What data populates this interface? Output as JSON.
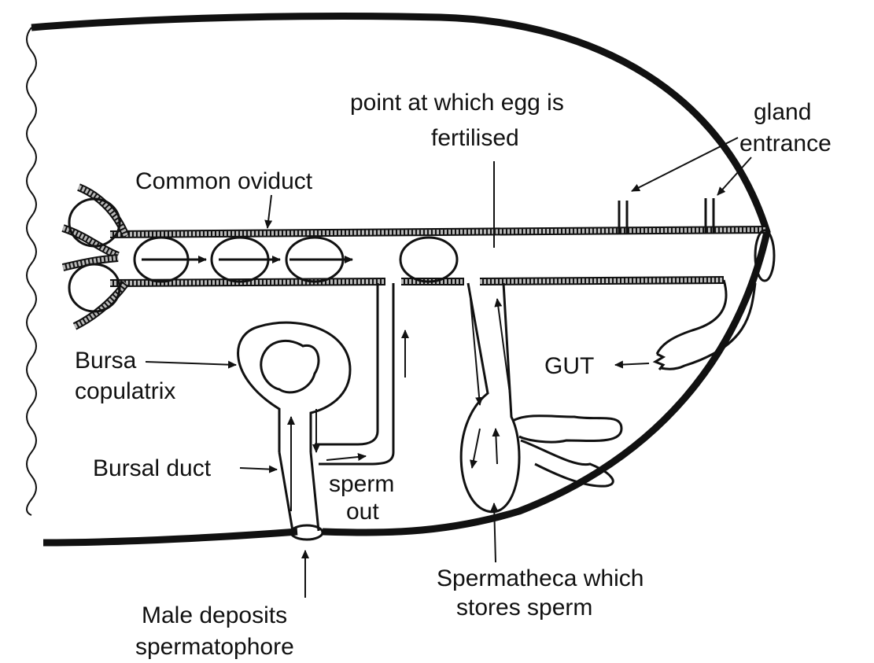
{
  "colors": {
    "ink": "#111111",
    "background": "#ffffff",
    "duct_wall": "#b8b8b8"
  },
  "labels": {
    "fertilised_line1": "point at which egg is",
    "fertilised_line2": "fertilised",
    "gland_line1": "gland",
    "gland_line2": "entrance",
    "common_oviduct": "Common oviduct",
    "bursa_line1": "Bursa",
    "bursa_line2": "copulatrix",
    "gut": "GUT",
    "bursal_duct": "Bursal duct",
    "sperm_line1": "sperm",
    "sperm_line2": "out",
    "spermatheca_line1": "Spermatheca which",
    "spermatheca_line2": "stores sperm",
    "male_line1": "Male deposits",
    "male_line2": "spermatophore"
  }
}
